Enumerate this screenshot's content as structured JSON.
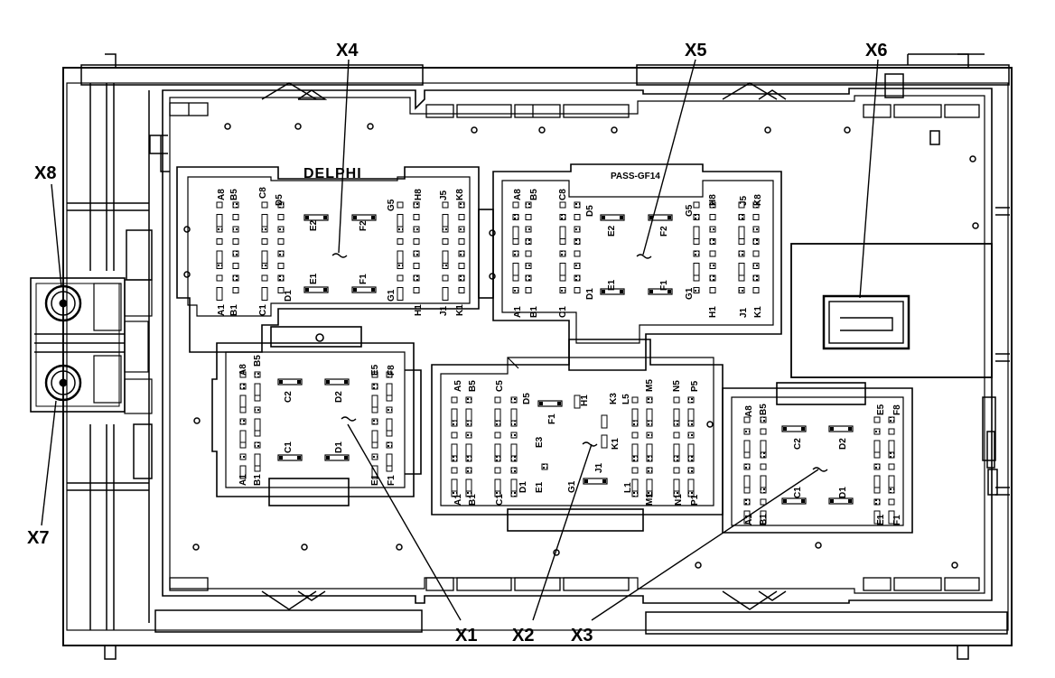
{
  "brand": "DELPHI",
  "part_number": "PASS-GF14",
  "callouts": [
    "X1",
    "X2",
    "X3",
    "X4",
    "X5",
    "X6",
    "X7",
    "X8"
  ],
  "connectors": {
    "X4": {
      "pins": [
        "A8",
        "B5",
        "C8",
        "D5",
        "E2",
        "F2",
        "G5",
        "H8",
        "J5",
        "K8",
        "E1",
        "F1",
        "A1",
        "B1",
        "C1",
        "D1",
        "G1",
        "H1",
        "J1",
        "K1"
      ]
    },
    "X5": {
      "pins": [
        "A8",
        "B5",
        "C8",
        "D5",
        "E2",
        "F2",
        "G5",
        "H8",
        "J5",
        "K8",
        "E1",
        "F1",
        "A1",
        "B1",
        "C1",
        "D1",
        "G1",
        "H1",
        "J1",
        "K1"
      ]
    },
    "X1": {
      "pins": [
        "A8",
        "B5",
        "C2",
        "D2",
        "E5",
        "F8",
        "C1",
        "D1",
        "A1",
        "B1",
        "E1",
        "F1"
      ]
    },
    "X2": {
      "pins": [
        "A5",
        "B5",
        "C5",
        "D5",
        "H1",
        "K3",
        "L5",
        "M5",
        "N5",
        "P5",
        "F1",
        "E3",
        "K1",
        "J1",
        "A1",
        "B1",
        "C1",
        "D1",
        "E1",
        "G1",
        "L1",
        "M1",
        "N1",
        "P1"
      ]
    },
    "X3": {
      "pins": [
        "A8",
        "B5",
        "C2",
        "D2",
        "E5",
        "F8",
        "C1",
        "D1",
        "A1",
        "B1",
        "E1",
        "F1"
      ]
    }
  }
}
